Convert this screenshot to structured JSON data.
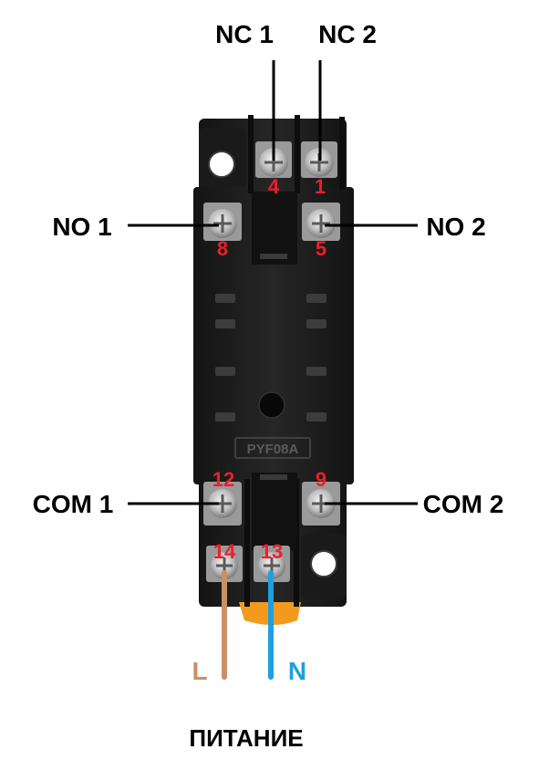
{
  "labels": {
    "nc1": "NC 1",
    "nc2": "NC 2",
    "no1": "NO 1",
    "no2": "NO 2",
    "com1": "COM 1",
    "com2": "COM 2",
    "l": "L",
    "n": "N",
    "power": "ПИТАНИЕ"
  },
  "terminals": {
    "t4": "4",
    "t1": "1",
    "t8": "8",
    "t5": "5",
    "t12": "12",
    "t9": "9",
    "t14": "14",
    "t13": "13"
  },
  "model": "PYF08A",
  "colors": {
    "terminal_number": "#e8202a",
    "wire_l": "#c8906a",
    "wire_n": "#1ea0e0",
    "socket_body": "#1c1c1c",
    "leader_line": "#000000"
  }
}
